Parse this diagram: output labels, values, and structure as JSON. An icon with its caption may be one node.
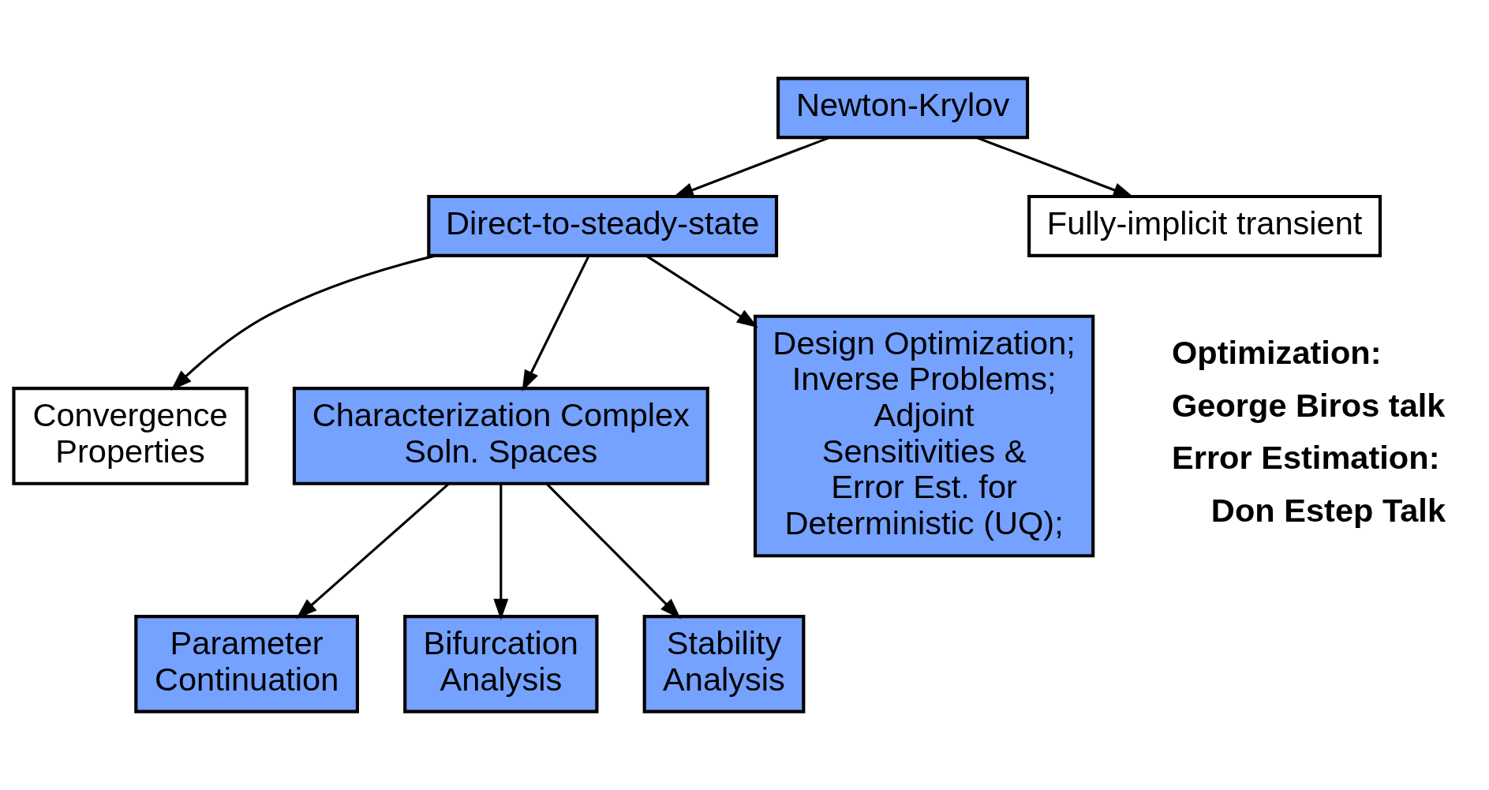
{
  "diagram": {
    "nodes": [
      {
        "text": [
          "Newton-Krylov"
        ]
      },
      {
        "text": [
          "Direct-to-steady-state"
        ]
      },
      {
        "text": [
          "Fully-implicit transient"
        ]
      },
      {
        "text": [
          "Convergence Properties"
        ]
      },
      {
        "text": [
          "Characterization Complex Soln. Spaces"
        ]
      },
      {
        "text": [
          "Design Optimization; Inverse Problems; Adjoint Sensitivities & Error Est. for Deterministic (UQ);"
        ]
      },
      {
        "text": [
          "Parameter Continuation"
        ]
      },
      {
        "text": [
          "Bifurcation Analysis"
        ]
      },
      {
        "text": [
          "Stability Analysis"
        ]
      }
    ],
    "edges": [
      {
        "from": 0,
        "to": 1,
        "arrow": "to"
      },
      {
        "from": 0,
        "to": 2,
        "arrow": "to"
      },
      {
        "from": 1,
        "to": 3,
        "arrow": "to"
      },
      {
        "from": 1,
        "to": 4,
        "arrow": "to"
      },
      {
        "from": 1,
        "to": 5,
        "arrow": "to"
      },
      {
        "from": 4,
        "to": 6,
        "arrow": "to"
      },
      {
        "from": 4,
        "to": 7,
        "arrow": "to"
      },
      {
        "from": 4,
        "to": 8,
        "arrow": "to"
      }
    ],
    "labels": [
      "Optimization:",
      "George Biros talk",
      "Error Estimation:",
      "Don Estep Talk"
    ]
  }
}
